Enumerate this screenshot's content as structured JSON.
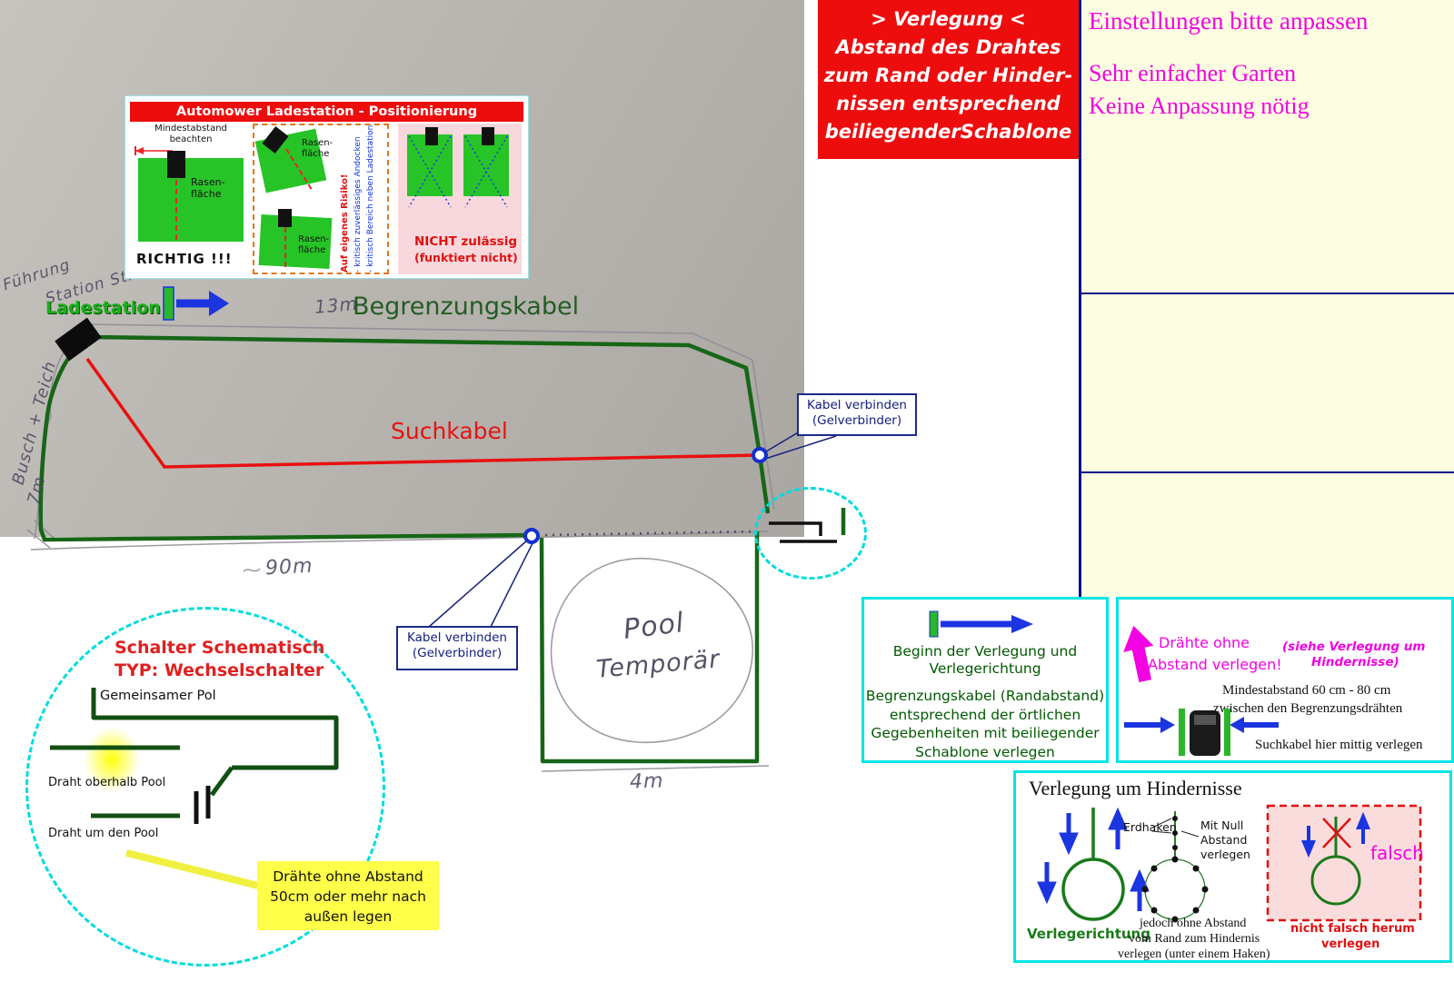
{
  "photo": {
    "handwriting": {
      "corner1": "Führung",
      "corner2": "Station Strom",
      "bush": "Busch + Teich",
      "bush2": "7m",
      "measure_top": "13m",
      "measure_mid": "90m",
      "pool1": "Pool",
      "pool2": "Temporär",
      "measure_bottom": "4m"
    },
    "ladestation": "Ladestation",
    "begrenzungskabel": "Begrenzungskabel",
    "suchkabel": "Suchkabel",
    "connector_callout": {
      "line1": "Kabel verbinden",
      "line2": "(Gelverbinder)"
    }
  },
  "inset": {
    "title": "Automower Ladestation - Positionierung",
    "left": {
      "min1": "Mindestabstand",
      "min2": "beachten",
      "rasen1": "Rasen-",
      "rasen2": "fläche",
      "verdict": "RICHTIG !!!"
    },
    "middle": {
      "rasen1a": "Rasen-",
      "rasen1b": "fläche",
      "rasen2a": "Rasen-",
      "rasen2b": "fläche",
      "risk": "Auf eigenes Risiko!",
      "crit1": "- kritisch zuverlässiges Andocken",
      "crit2": "- kritisch Bereich neben Ladestation"
    },
    "right": {
      "no1": "NICHT zulässig",
      "no2": "(funktiert nicht)"
    }
  },
  "red_note": {
    "l1": "> Verlegung <",
    "l2": "Abstand des Drahtes",
    "l3": "zum Rand oder Hinder-",
    "l4": "nissen entsprechend",
    "l5": "beiliegenderSchablone"
  },
  "settings": {
    "title": "Einstellungen bitte anpassen",
    "l1": "Sehr  einfacher Garten",
    "l2": "Keine Anpassung nötig"
  },
  "begin_box": {
    "h1": "Beginn der Verlegung und",
    "h2": "Verlegerichtung",
    "b1": "Begrenzungskabel (Randabstand)",
    "b2": "entsprechend der örtlichen",
    "b3": "Gegebenheiten mit beiliegender",
    "b4": "Schablone verlegen"
  },
  "distance_box": {
    "m1": "Drähte ohne",
    "m2": "Abstand verlegen!",
    "s1": "(siehe Verlegung um",
    "s2": "Hindernisse)",
    "d1": "Mindestabstand 60 cm - 80 cm",
    "d2": "zwischen den Begrenzungsdrähten",
    "mid": "Suchkabel hier mittig verlegen"
  },
  "obstacle_box": {
    "title": "Verlegung um Hindernisse",
    "erdhaken": "Erdhaken",
    "n1": "Mit Null",
    "n2": "Abstand",
    "n3": "verlegen",
    "dir": "Verlegerichtung",
    "b1": "jedoch ohne Abstand",
    "b2": "vom Rand zum Hindernis",
    "b3": "verlegen (unter einem Haken)",
    "falsch": "falsch",
    "w1": "nicht falsch herum",
    "w2": "verlegen"
  },
  "schematic": {
    "t1": "Schalter Schematisch",
    "t2": "TYP: Wechselschalter",
    "common": "Gemeinsamer Pol",
    "above": "Draht oberhalb Pool",
    "around": "Draht um den Pool",
    "note1": "Drähte ohne Abstand",
    "note2": "50cm oder mehr nach",
    "note3": "außen legen"
  },
  "icons": {
    "begin_direction": "green-post-right-arrow-icon",
    "magenta_up": "magenta-up-arrow-icon",
    "connector": "blue-ring-connector-icon",
    "station": "charging-station-icon",
    "mower": "robot-mower-icon"
  },
  "colors": {
    "red": "#ee0d0d",
    "magenta": "#f202e2",
    "wire_green": "#176617",
    "bright_green": "#27c427",
    "cyan": "#00e5e5",
    "navy": "#000f8a",
    "callout_blue": "#1b2a8a",
    "yellow_panel": "#fdfde1",
    "note_yellow": "#ffff4a",
    "photo_gray": "#b9b6b1",
    "pink": "#f8d8dc",
    "dark_green_text": "#005a00"
  }
}
